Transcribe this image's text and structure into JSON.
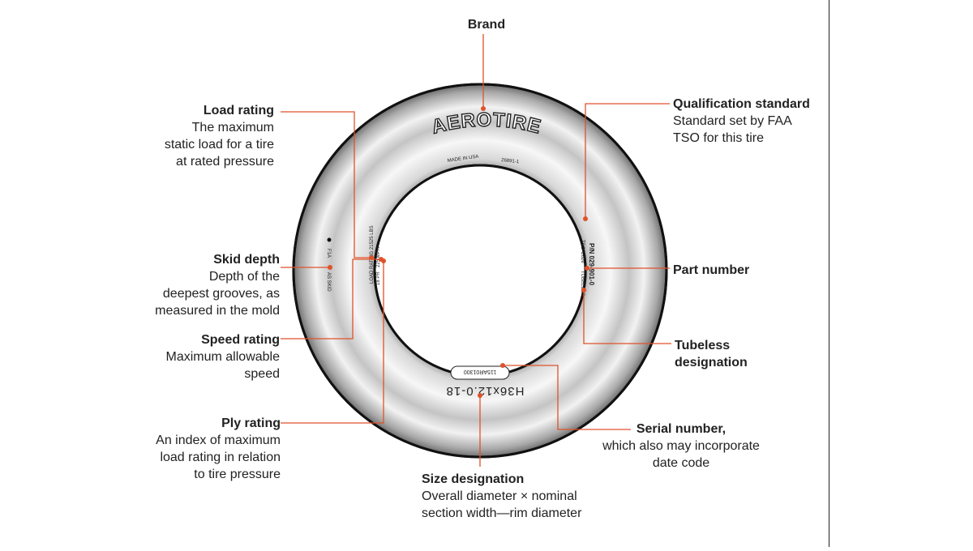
{
  "tire": {
    "brand_text": "AEROTIRE",
    "made_in": "MADE IN USA",
    "code": "26891-1",
    "size": "H36x12.0-18",
    "serial": "115AR01300",
    "pn": "P/N 029-901-0",
    "tubeless_text": "TUBELESS",
    "load_text": "LOAD RATING 21525 LBS",
    "speed_text": "225 MPH",
    "ply_text": "18 PR",
    "tso_text": "TSO-C62e",
    "skid_text": "AS SKID",
    "f1a_text": "F1A"
  },
  "callouts": {
    "brand": {
      "title": "Brand"
    },
    "load_rating": {
      "title": "Load rating",
      "desc": [
        "The maximum",
        "static load for a tire",
        "at rated pressure"
      ]
    },
    "skid_depth": {
      "title": "Skid depth",
      "desc": [
        "Depth of the",
        "deepest grooves, as",
        "measured in the mold"
      ]
    },
    "speed_rating": {
      "title": "Speed rating",
      "desc": [
        "Maximum allowable",
        "speed"
      ]
    },
    "ply_rating": {
      "title": "Ply rating",
      "desc": [
        "An index of maximum",
        "load rating in relation",
        "to tire pressure"
      ]
    },
    "size_designation": {
      "title": "Size designation",
      "desc": [
        "Overall diameter × nominal",
        "section width—rim diameter"
      ]
    },
    "serial_number": {
      "title": "Serial number,",
      "desc": [
        "which also may incorporate",
        "date code"
      ]
    },
    "tubeless": {
      "title_lines": [
        "Tubeless",
        "designation"
      ]
    },
    "part_number": {
      "title": "Part number"
    },
    "qualification": {
      "title": "Qualification standard",
      "desc": [
        "Standard set by FAA",
        "TSO for this tire"
      ]
    }
  },
  "colors": {
    "leader": "#e0522a",
    "tire_dark": "#9a9a9a",
    "tire_light": "#f4f4f4",
    "outline": "#111111"
  }
}
